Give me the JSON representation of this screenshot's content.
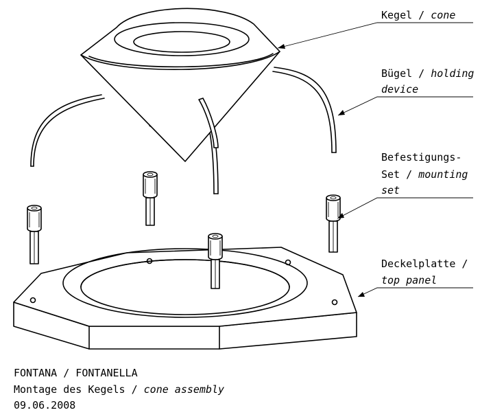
{
  "labels": {
    "cone_de": "Kegel /",
    "cone_en": "cone",
    "holding_de": "Bügel /",
    "holding_en1": "holding",
    "holding_en2": "device",
    "mounting_de1": "Befestigungs-",
    "mounting_de2": "Set /",
    "mounting_en1": "mounting",
    "mounting_en2": "set",
    "panel_de": "Deckelplatte /",
    "panel_en": "top panel"
  },
  "caption": {
    "line1": "FONTANA / FONTANELLA",
    "line2_de": "Montage des Kegels /",
    "line2_en": "cone assembly",
    "date": "09.06.2008"
  }
}
